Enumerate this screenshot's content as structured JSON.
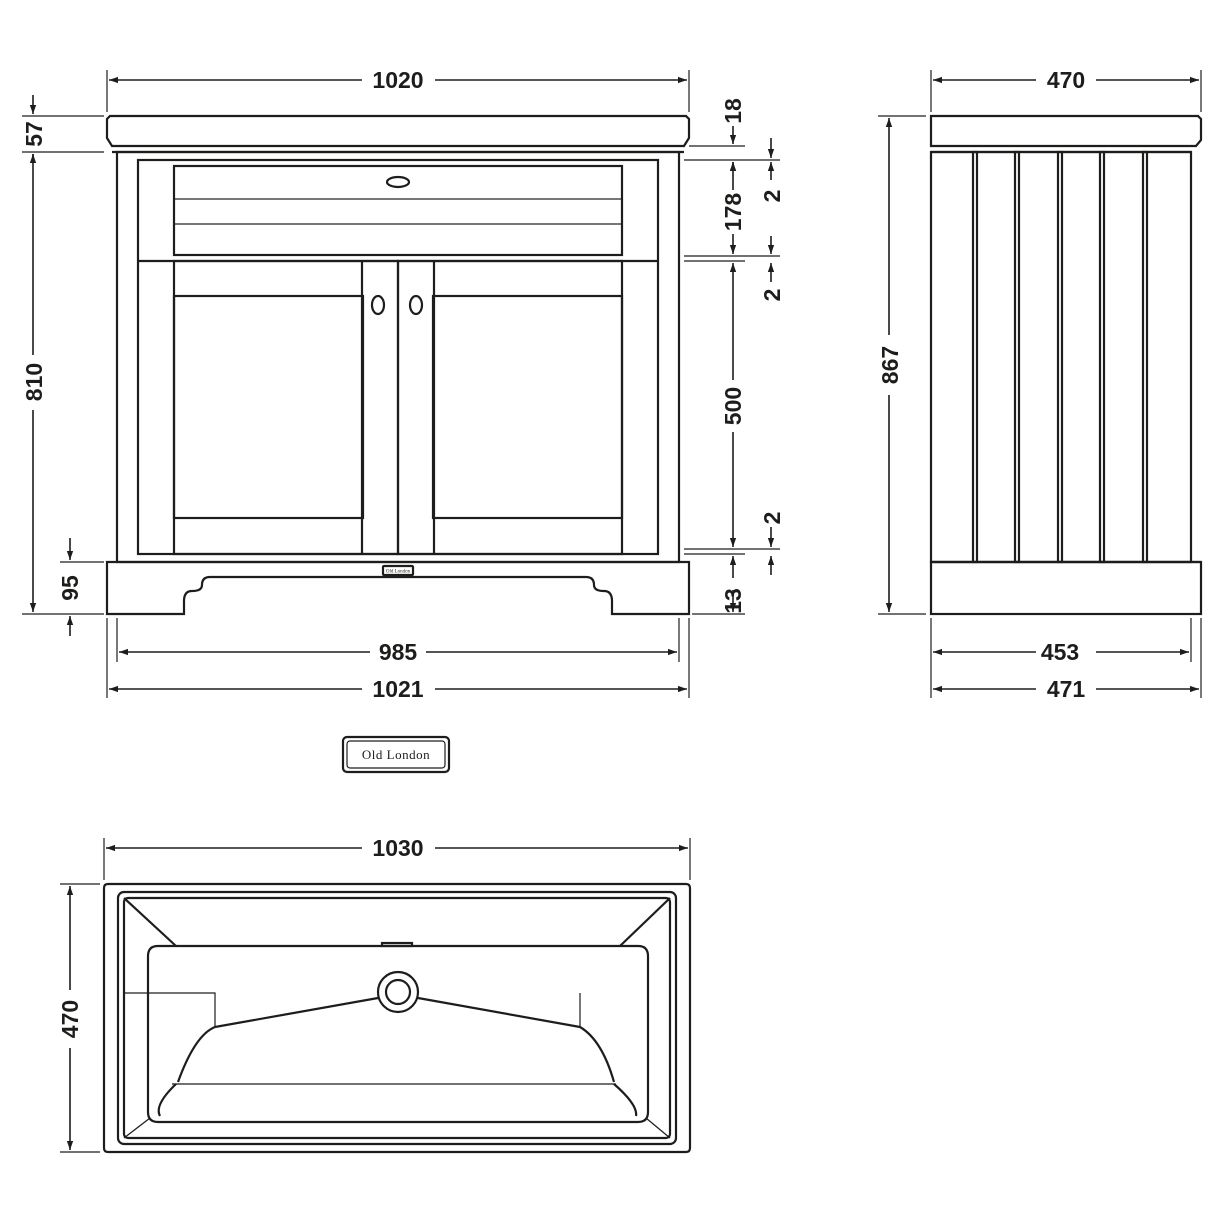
{
  "brand": {
    "logo_text": "Old London"
  },
  "front_view": {
    "width_top": "1020",
    "top_height": "57",
    "body_height": "810",
    "plinth_height": "95",
    "width_inner": "985",
    "width_bottom": "1021",
    "right_dims": {
      "top_lip": "18",
      "drawer": "178",
      "doors": "500",
      "plinth_gap": "13",
      "gap_upper": "2",
      "gap_middle": "2",
      "gap_lower": "2"
    }
  },
  "side_view": {
    "depth_top": "470",
    "height": "867",
    "depth_inner": "453",
    "depth_bottom": "471"
  },
  "basin_view": {
    "width": "1030",
    "depth": "470"
  }
}
